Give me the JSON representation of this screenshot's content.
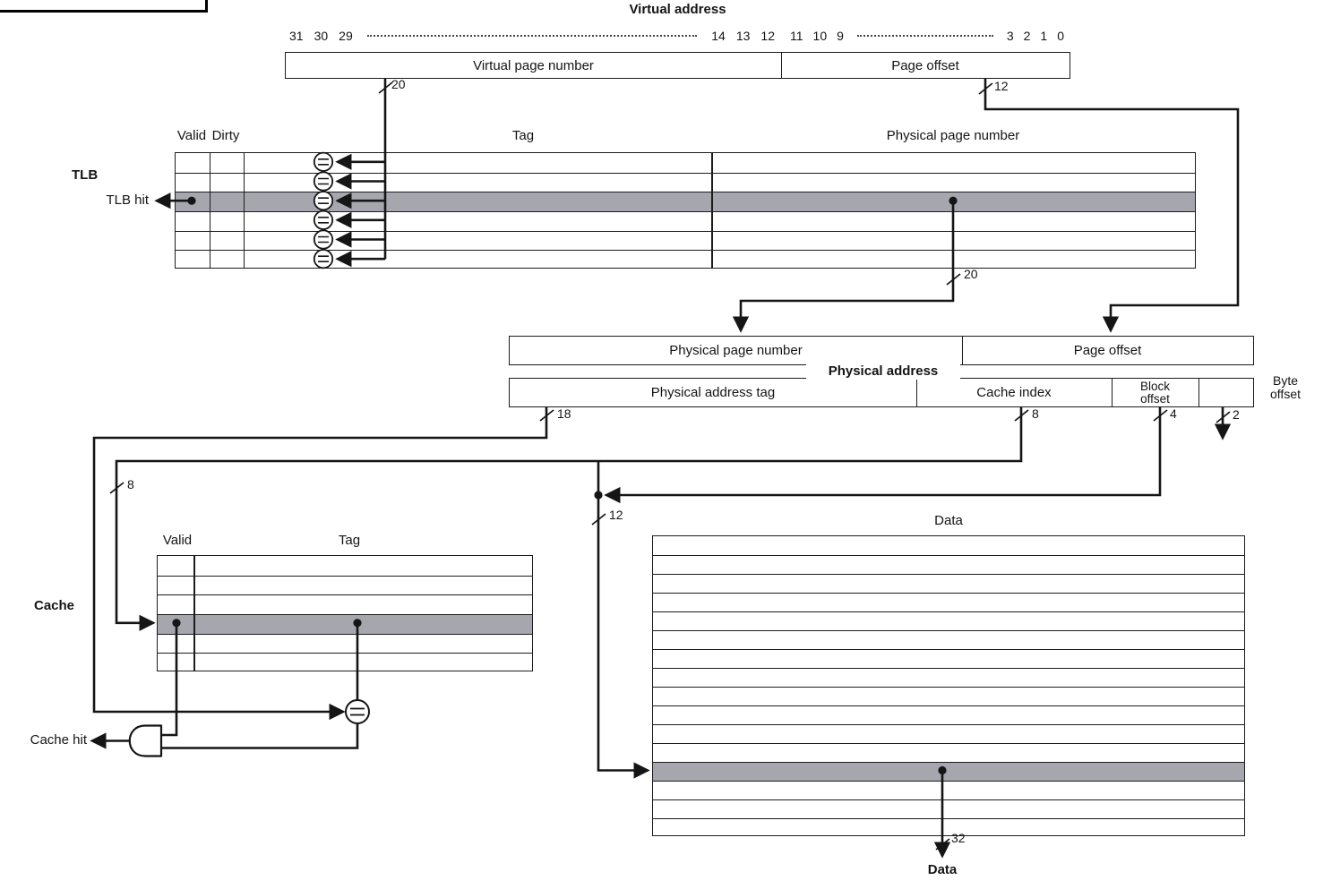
{
  "colors": {
    "highlight_row": "#a6a7ae",
    "wire": "#151515",
    "background": "#ffffff"
  },
  "virtual_address": {
    "title": "Virtual address",
    "vpn_label": "Virtual page number",
    "offset_label": "Page offset",
    "vpn_width": "20",
    "offset_width": "12",
    "bits": {
      "b31": "31",
      "b30": "30",
      "b29": "29",
      "b14": "14",
      "b13": "13",
      "b12": "12",
      "b11": "11",
      "b10": "10",
      "b9": "9",
      "b3": "3",
      "b2": "2",
      "b1": "1",
      "b0": "0"
    }
  },
  "tlb": {
    "label": "TLB",
    "hit_label": "TLB hit",
    "col_valid": "Valid",
    "col_dirty": "Dirty",
    "col_tag": "Tag",
    "col_ppn": "Physical page number",
    "ppn_width": "20"
  },
  "physical_address": {
    "label": "Physical address",
    "ppn_label": "Physical page number",
    "offset_label": "Page offset",
    "tag_label": "Physical address tag",
    "index_label": "Cache index",
    "block_label": "Block offset",
    "byte_label": "Byte offset",
    "tag_width": "18",
    "index_width": "8",
    "block_width": "4",
    "byte_width": "2"
  },
  "cache": {
    "label": "Cache",
    "hit_label": "Cache hit",
    "col_valid": "Valid",
    "col_tag": "Tag",
    "index_width": "8",
    "data_index_width": "12"
  },
  "data_array": {
    "header": "Data",
    "output_width": "32",
    "output_label": "Data"
  }
}
